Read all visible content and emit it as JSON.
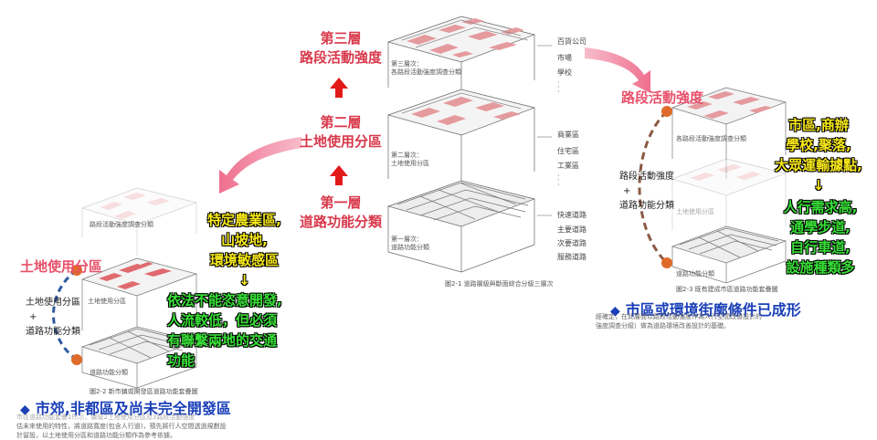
{
  "center": {
    "layer3_title": "第三層\n路段活動強度",
    "layer2_title": "第二層\n土地使用分區",
    "layer1_title": "第一層\n道路功能分類",
    "layer3_side": "第三層次：\n各路段活動強度調查分類",
    "layer2_side": "第二層次：\n土地使用分區",
    "layer1_side": "第一層次：\n道路功能分類",
    "layer3_items": [
      "百貨公司",
      "市場",
      "學校"
    ],
    "layer2_items": [
      "商業區",
      "住宅區",
      "工業區"
    ],
    "layer1_items": [
      "快速道路",
      "主要道路",
      "次要道路",
      "服務道路"
    ],
    "caption": "圖2-1 道路層級與斷面綜合分級三層次"
  },
  "left": {
    "top_label": "路段活動強度調查分類",
    "mid_label": "土地使用分區",
    "bottom_label": "道路功能分類",
    "pink_title": "土地使用分區",
    "combo": [
      "土地使用分區",
      "+",
      "道路功能分類"
    ],
    "yellow_note": [
      "特定農業區,",
      "山坡地,",
      "環境敏感區",
      "↓"
    ],
    "green_note": [
      "依法不能恣意開發,",
      "人流較低，但必須",
      "有聯繫兩地的交通",
      "功能"
    ],
    "caption": "圖2-2 新市鎮或開發區道路功能套疊圖",
    "heading": "市郊,非都區及尚未完全開發區",
    "heading_diamond": "◆",
    "body_lines": [
      "市區道路功能套疊1所示，層級2土地使用分區及3路段活動強度",
      "估未來使用的特性，將道路寬度(包含人行道)，預先將行人空間透過規劃設",
      "計留設，以土地使用分區和道路功能分類作為參考依據。"
    ]
  },
  "right": {
    "pink_title": "路段活動強度",
    "top_label": "各路段活動強度調查分類",
    "mid_label": "土地使用分區",
    "bottom_label": "道路功能分類",
    "combo": [
      "路段活動強度",
      "+",
      "道路功能分類"
    ],
    "yellow_note": [
      "市區,商辦",
      "學校,聚落,",
      "大眾運輸據點,",
      "↓"
    ],
    "green_note": [
      "人行需求高,",
      "通學步道,",
      "自行車道,",
      "設施種類多"
    ],
    "caption": "圖2-3 既有建成市區道路功能套疊圖",
    "heading": "市區或環境街廓條件已成形",
    "heading_diamond": "◆",
    "body_lines": [
      "經確定，在此層面以路段活動強度作為人行空間改善設計的",
      "強度調查分級）做為道路環境改善設計的基礎。"
    ]
  },
  "colors": {
    "pink_block": "#e59a9e",
    "red_arrow": "#e21a1a",
    "pink_arrow": "#f07f98",
    "heading_blue": "#1a3fb8",
    "dash_blue": "#2f5a9e",
    "dash_brown": "#8a5a44",
    "dot_orange": "#e06a2a"
  }
}
